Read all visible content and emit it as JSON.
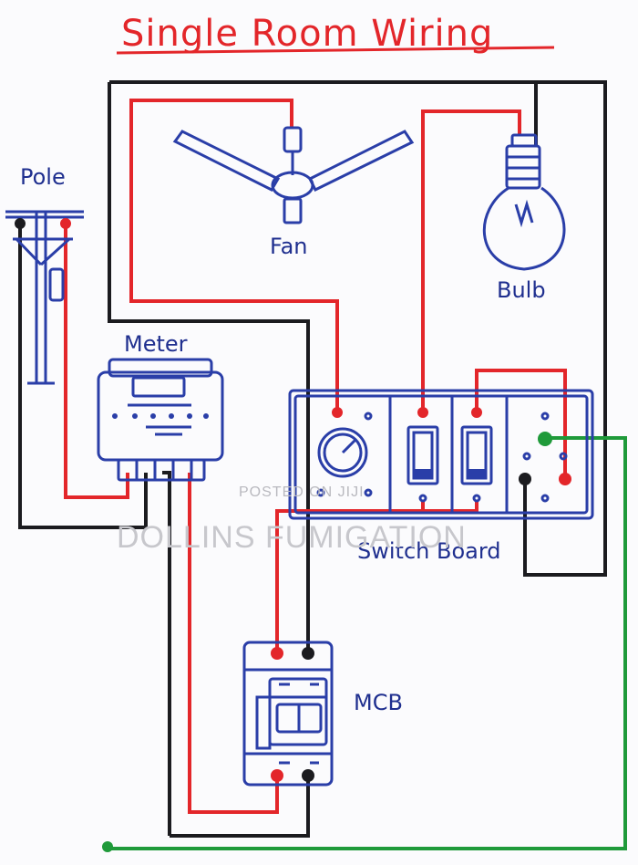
{
  "title": "Single Room Wiring",
  "labels": {
    "pole": "Pole",
    "fan": "Fan",
    "bulb": "Bulb",
    "meter": "Meter",
    "switch_board": "Switch Board",
    "mcb": "MCB"
  },
  "watermark": {
    "line1": "POSTED ON JIJI",
    "line2": "DOLLINS FUMIGATION"
  },
  "colors": {
    "phase_wire": "#e3262a",
    "neutral_wire": "#1b1b1f",
    "earth_wire": "#1f9a3a",
    "drawing_ink": "#2a3ea8"
  }
}
